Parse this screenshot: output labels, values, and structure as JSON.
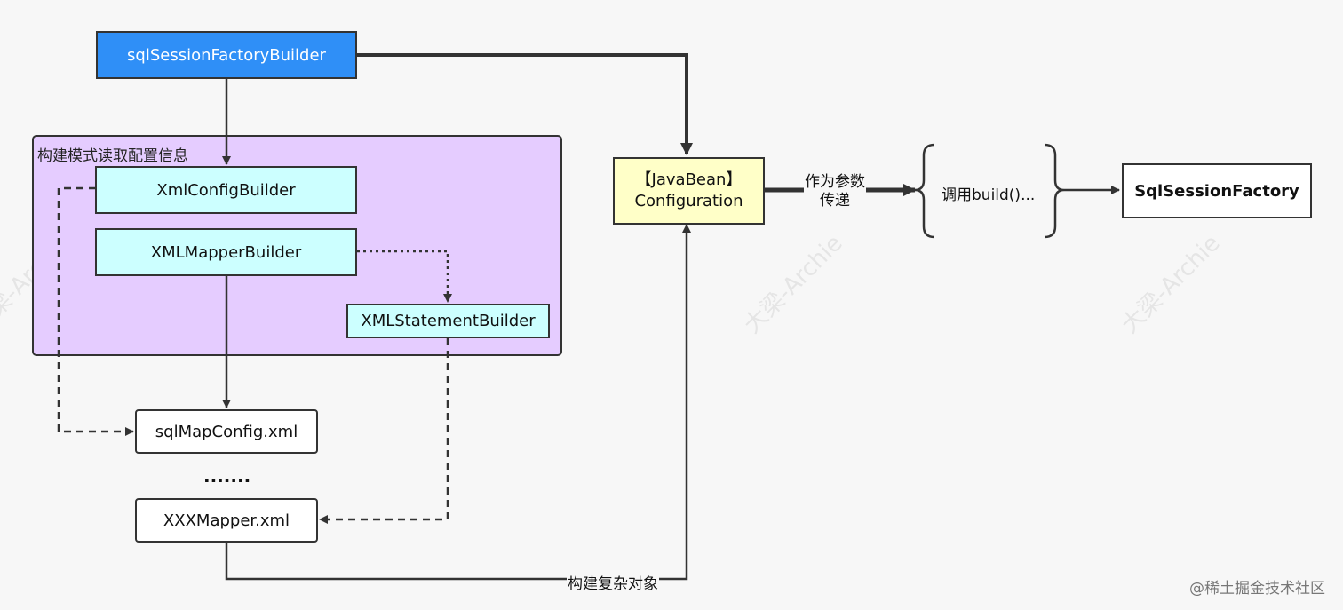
{
  "nodes": {
    "builder": "sqlSessionFactoryBuilder",
    "group_label": "构建模式读取配置信息",
    "xml_config_builder": "XmlConfigBuilder",
    "xml_mapper_builder": "XMLMapperBuilder",
    "xml_statement_builder": "XMLStatementBuilder",
    "sql_map_config": "sqlMapConfig.xml",
    "ellipsis": ".......",
    "xxx_mapper": "XXXMapper.xml",
    "configuration_line1": "【JavaBean】",
    "configuration_line2": "Configuration",
    "call_build": "调用build()...",
    "session_factory": "SqlSessionFactory"
  },
  "edge_labels": {
    "pass_param_line1": "作为参数",
    "pass_param_line2": "传递",
    "build_complex": "构建复杂对象"
  },
  "watermark": "大梁-Archie",
  "credit": "@稀土掘金技术社区",
  "colors": {
    "builder": "#2f8ff7",
    "builder_group": "#e5ccff",
    "sub_builders": "#ccffff",
    "configuration": "#ffffc8"
  }
}
